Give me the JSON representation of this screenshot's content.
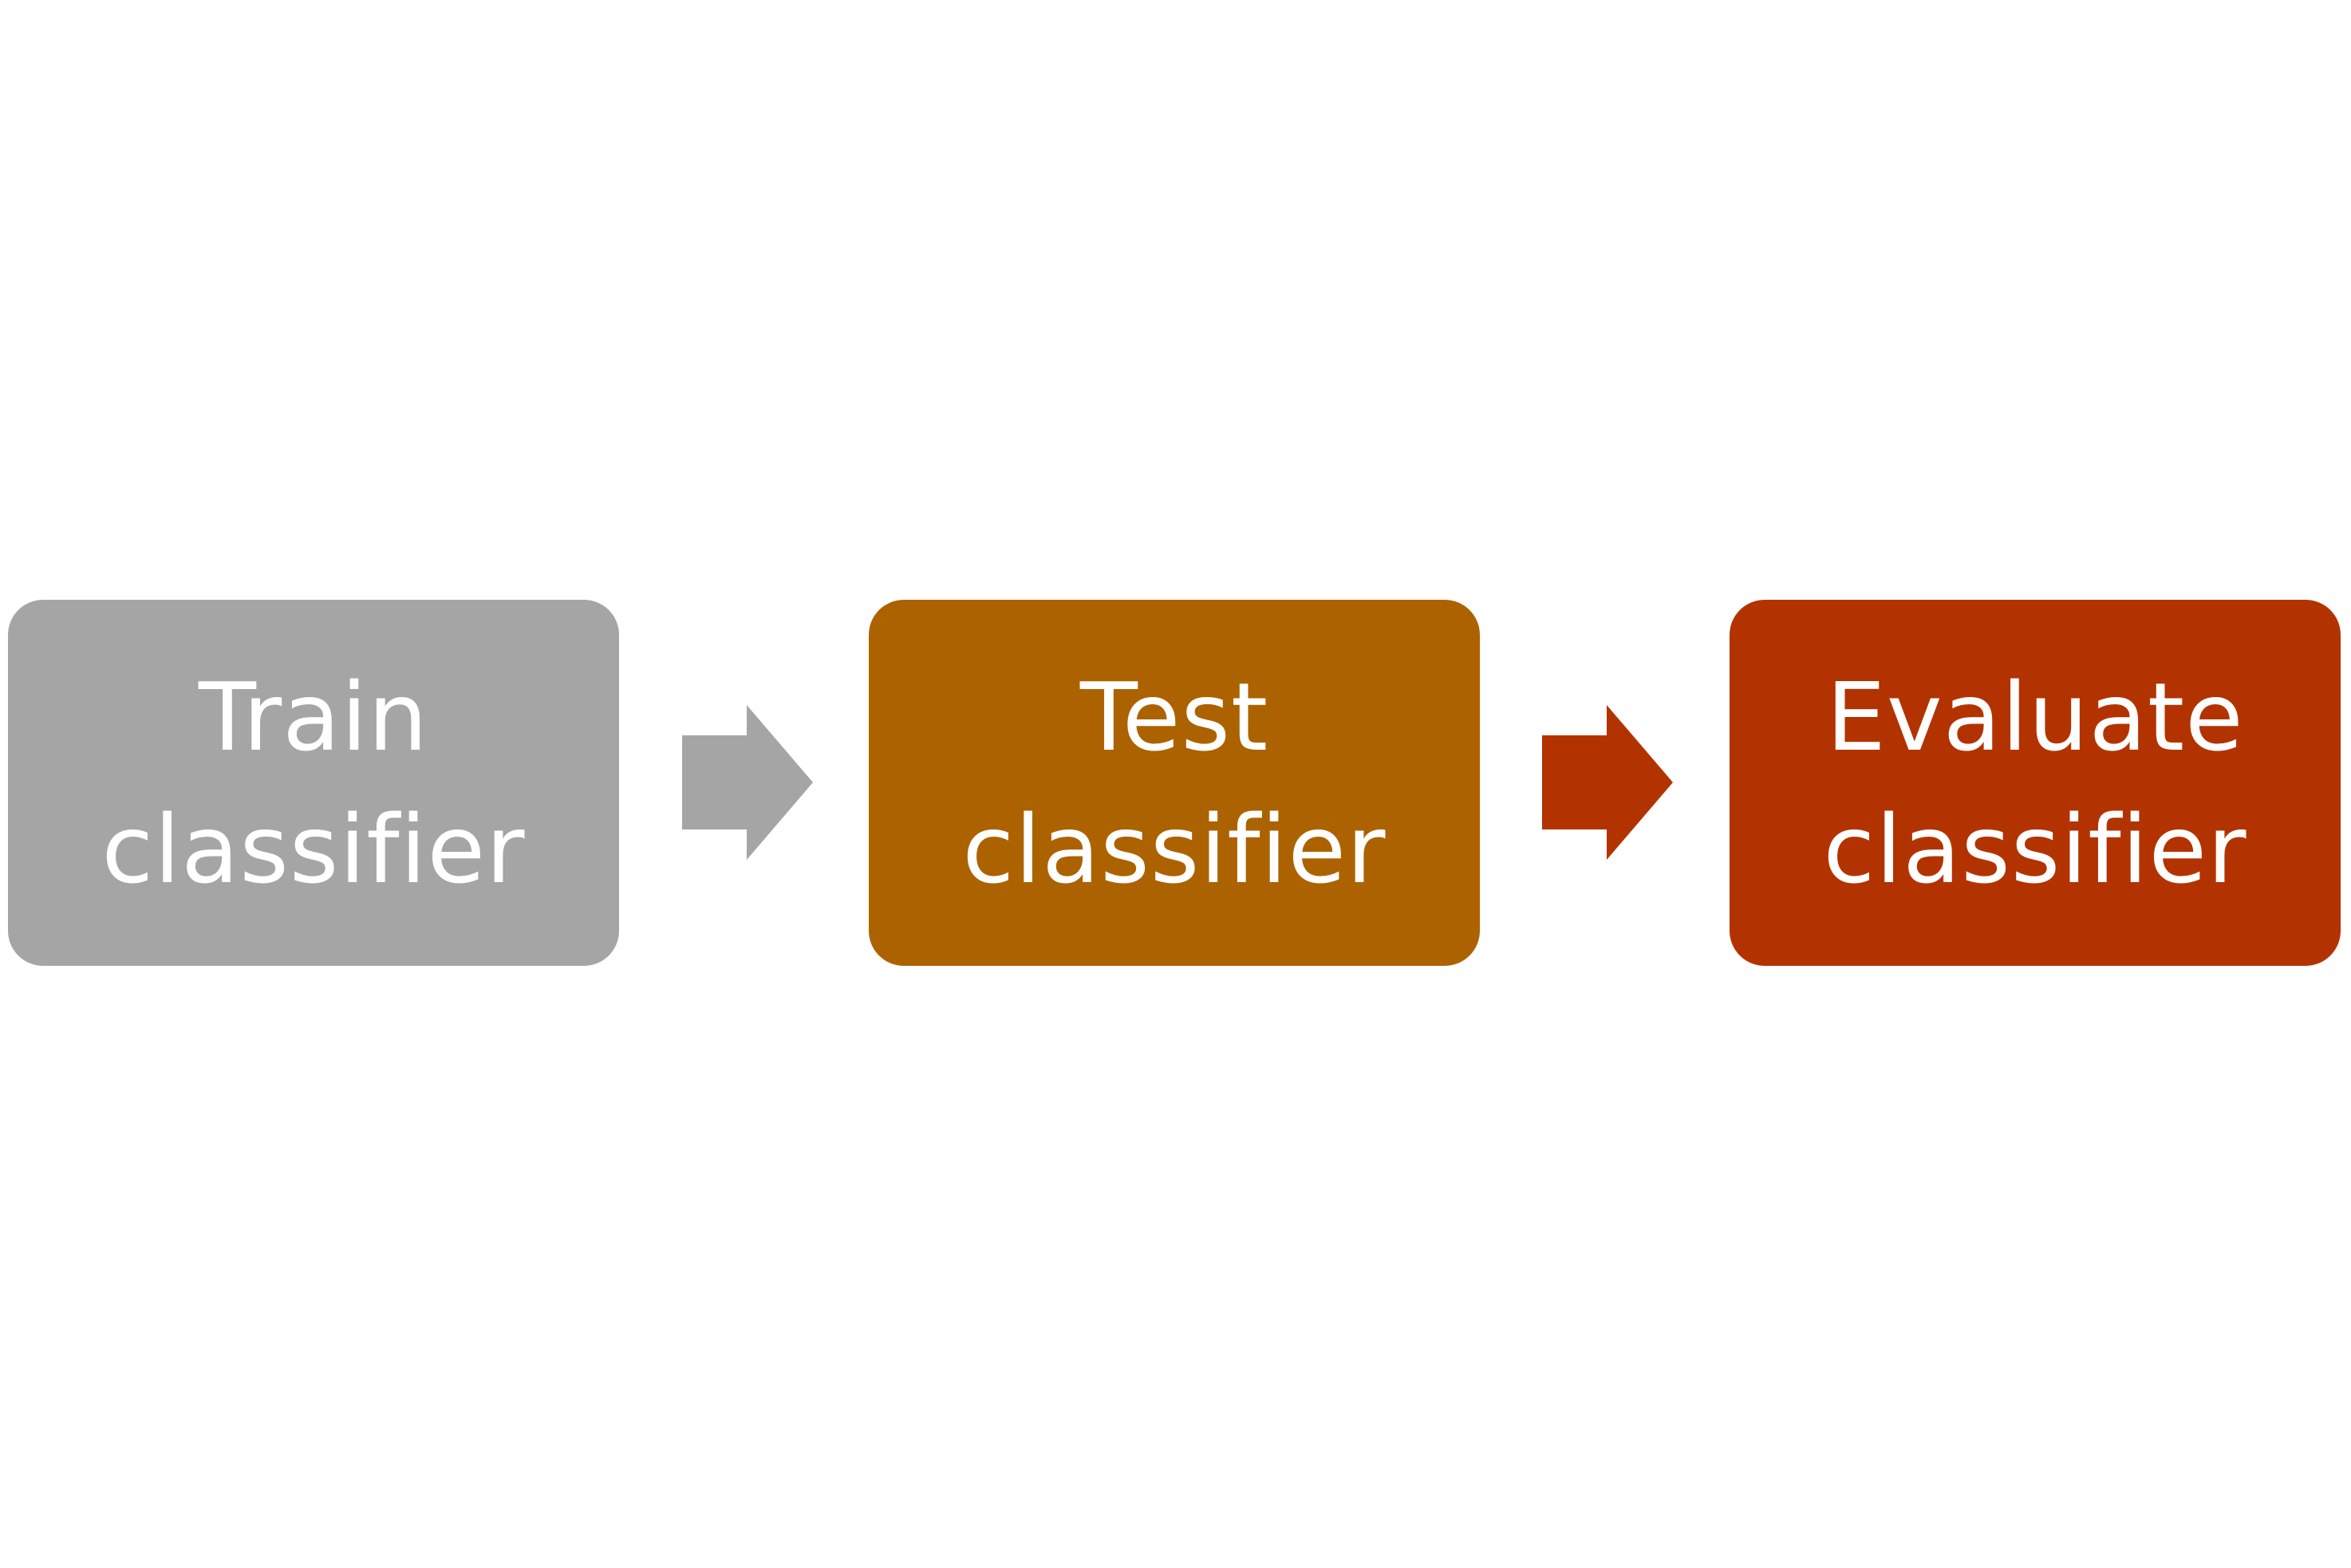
{
  "steps": [
    {
      "line1": "Train",
      "line2": "classifier",
      "color": "#a5a5a5"
    },
    {
      "line1": "Test",
      "line2": "classifier",
      "color": "#ad6200"
    },
    {
      "line1": "Evaluate",
      "line2": "classifier",
      "color": "#b33300"
    }
  ],
  "arrows": [
    {
      "color": "#a5a5a5"
    },
    {
      "color": "#b33300"
    }
  ]
}
